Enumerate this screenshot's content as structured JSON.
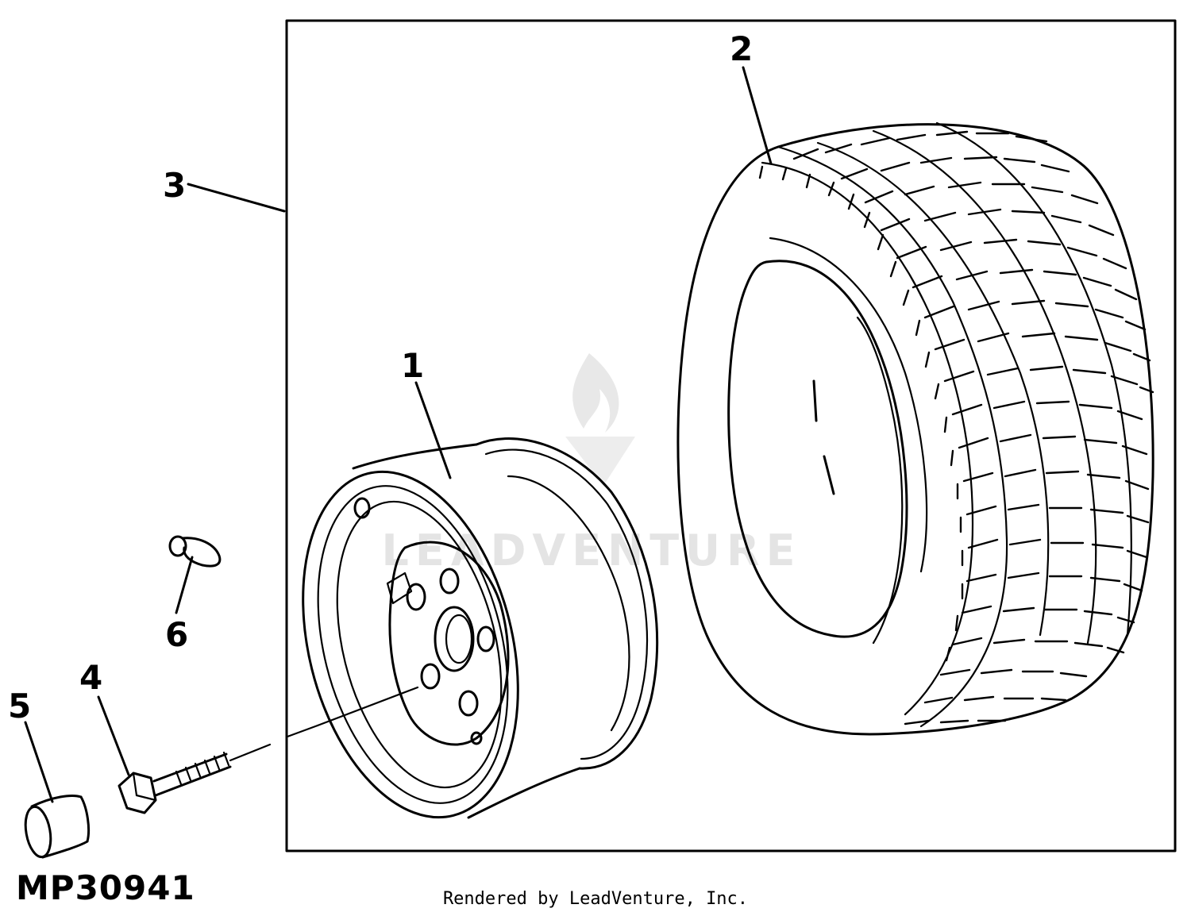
{
  "diagram": {
    "figure_id": "MP30941",
    "credit": "Rendered by LeadVenture, Inc.",
    "watermark_text": "LEADVENTURE",
    "callouts": [
      {
        "id": "1",
        "label": "1"
      },
      {
        "id": "2",
        "label": "2"
      },
      {
        "id": "3",
        "label": "3"
      },
      {
        "id": "4",
        "label": "4"
      },
      {
        "id": "5",
        "label": "5"
      },
      {
        "id": "6",
        "label": "6"
      }
    ],
    "colors": {
      "ink": "#000000",
      "background": "#ffffff",
      "watermark": "#e2e2e2"
    }
  }
}
